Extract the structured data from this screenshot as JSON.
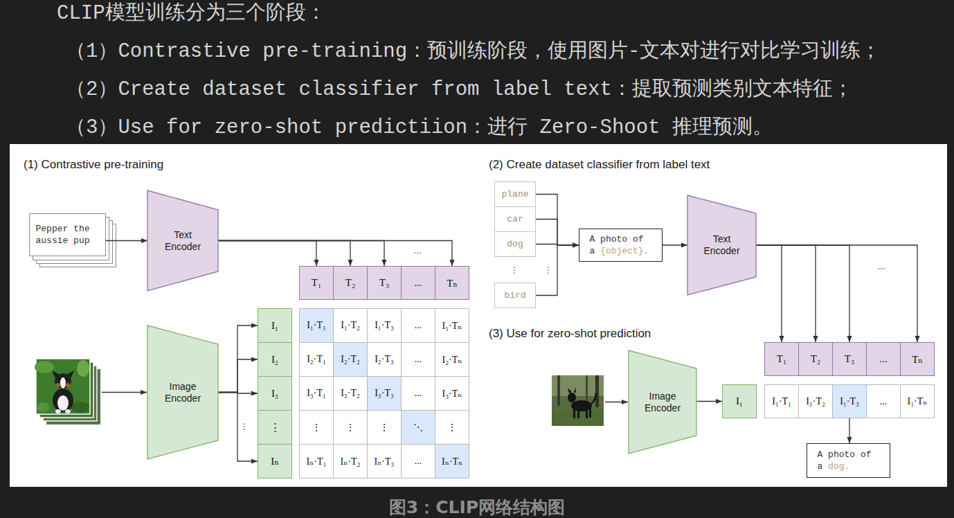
{
  "diagram": {
    "title": "CLIP模型训练分为三个阶段：",
    "caption": "图3：CLIP网络结构图",
    "nodes": [
      {
        "text": [
          "Pepper the aussie pup"
        ]
      },
      {
        "text": [
          "Text Encoder"
        ]
      },
      {
        "text": [
          "T₁"
        ]
      },
      {
        "text": [
          "T₂"
        ]
      },
      {
        "text": [
          "T₃"
        ]
      },
      {
        "text": [
          "..."
        ]
      },
      {
        "text": [
          "Tₙ"
        ]
      },
      {
        "text": [
          "Image Encoder"
        ]
      },
      {
        "text": [
          "I₁"
        ]
      },
      {
        "text": [
          "I₂"
        ]
      },
      {
        "text": [
          "I₃"
        ]
      },
      {
        "text": [
          "⋮"
        ]
      },
      {
        "text": [
          "Iₙ"
        ]
      },
      {
        "text": [
          "I₁·T₁"
        ]
      },
      {
        "text": [
          "I₁·T₂"
        ]
      },
      {
        "text": [
          "I₁·T₃"
        ]
      },
      {
        "text": [
          "..."
        ]
      },
      {
        "text": [
          "I₁·Tₙ"
        ]
      },
      {
        "text": [
          "I₂·T₁"
        ]
      },
      {
        "text": [
          "I₂·T₂"
        ]
      },
      {
        "text": [
          "I₂·T₃"
        ]
      },
      {
        "text": [
          "..."
        ]
      },
      {
        "text": [
          "I₂·Tₙ"
        ]
      },
      {
        "text": [
          "I₃·T₁"
        ]
      },
      {
        "text": [
          "I₃·T₂"
        ]
      },
      {
        "text": [
          "I₃·T₃"
        ]
      },
      {
        "text": [
          "..."
        ]
      },
      {
        "text": [
          "I₃·Tₙ"
        ]
      },
      {
        "text": [
          "⋮"
        ]
      },
      {
        "text": [
          "⋮"
        ]
      },
      {
        "text": [
          "⋮"
        ]
      },
      {
        "text": [
          "⋱"
        ]
      },
      {
        "text": [
          "⋮"
        ]
      },
      {
        "text": [
          "Iₙ·T₁"
        ]
      },
      {
        "text": [
          "Iₙ·T₂"
        ]
      },
      {
        "text": [
          "Iₙ·T₃"
        ]
      },
      {
        "text": [
          "..."
        ]
      },
      {
        "text": [
          "Iₙ·Tₙ"
        ]
      },
      {
        "text": [
          "plane"
        ]
      },
      {
        "text": [
          "car"
        ]
      },
      {
        "text": [
          "dog"
        ]
      },
      {
        "text": [
          "bird"
        ]
      },
      {
        "text": [
          "A photo of a",
          "{object}."
        ]
      },
      {
        "text": [
          "Text Encoder"
        ]
      },
      {
        "text": [
          "T₁"
        ]
      },
      {
        "text": [
          "T₂"
        ]
      },
      {
        "text": [
          "T₃"
        ]
      },
      {
        "text": [
          "..."
        ]
      },
      {
        "text": [
          "Tₙ"
        ]
      },
      {
        "text": [
          "Image Encoder"
        ]
      },
      {
        "text": [
          "I₁"
        ]
      },
      {
        "text": [
          "I₁·T₁"
        ]
      },
      {
        "text": [
          "I₁·T₂"
        ]
      },
      {
        "text": [
          "I₁·T₃"
        ]
      },
      {
        "text": [
          "..."
        ]
      },
      {
        "text": [
          "I₁·Tₙ"
        ]
      },
      {
        "text": [
          "A photo of a",
          "dog."
        ]
      }
    ],
    "edges": [
      {
        "from": 0,
        "to": 1,
        "arrow": "to"
      },
      {
        "from": 1,
        "to": 2,
        "arrow": "to"
      },
      {
        "from": 1,
        "to": 3,
        "arrow": "to"
      },
      {
        "from": 1,
        "to": 4,
        "arrow": "to"
      },
      {
        "from": 1,
        "to": 6,
        "arrow": "to"
      },
      {
        "from": 7,
        "to": 8,
        "arrow": "to"
      },
      {
        "from": 7,
        "to": 9,
        "arrow": "to"
      },
      {
        "from": 7,
        "to": 10,
        "arrow": "to"
      },
      {
        "from": 7,
        "to": 12,
        "arrow": "to"
      },
      {
        "from": 38,
        "to": 42,
        "arrow": "to"
      },
      {
        "from": 39,
        "to": 42,
        "arrow": "to"
      },
      {
        "from": 40,
        "to": 42,
        "arrow": "to"
      },
      {
        "from": 41,
        "to": 42,
        "arrow": "to"
      },
      {
        "from": 42,
        "to": 43,
        "arrow": "to"
      },
      {
        "from": 43,
        "to": 44,
        "arrow": "to"
      },
      {
        "from": 43,
        "to": 45,
        "arrow": "to"
      },
      {
        "from": 43,
        "to": 46,
        "arrow": "to"
      },
      {
        "from": 43,
        "to": 48,
        "arrow": "to"
      },
      {
        "from": 49,
        "to": 50,
        "arrow": "to"
      },
      {
        "from": 53,
        "to": 56,
        "arrow": "to"
      }
    ],
    "labels": [
      "（1）Contrastive pre-training：预训练阶段，使用图片-文本对进行对比学习训练；",
      "（2）Create dataset classifier from label text：提取预测类别文本特征；",
      "（3）Use for zero-shot predictiion：进行 Zero-Shoot 推理预测。",
      "(1) Contrastive pre-training",
      "...",
      "⋮",
      "(2) Create dataset classifier from label text",
      "⋮",
      "⋮",
      "...",
      "(3) Use for zero-shot prediction"
    ]
  }
}
